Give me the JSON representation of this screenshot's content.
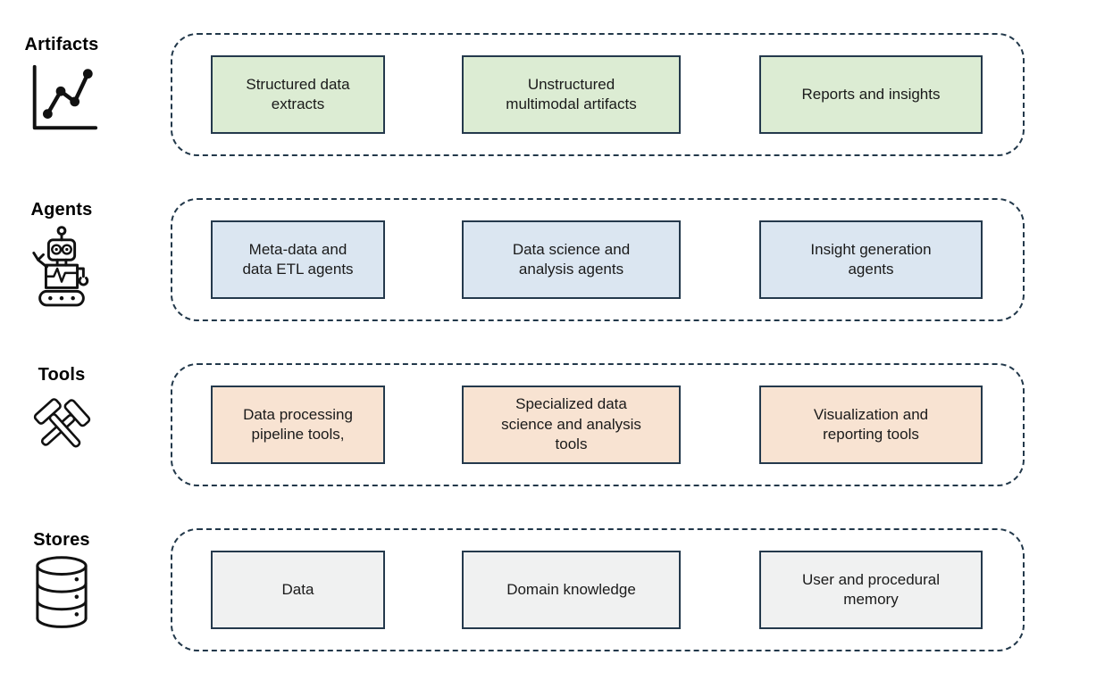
{
  "rows": [
    {
      "label": "Artifacts",
      "icon": "line-chart-icon",
      "boxes": [
        "Structured data\nextracts",
        "Unstructured\nmultimodal artifacts",
        "Reports and insights"
      ]
    },
    {
      "label": "Agents",
      "icon": "robot-icon",
      "boxes": [
        "Meta-data and\ndata ETL agents",
        "Data science and\nanalysis agents",
        "Insight generation\nagents"
      ]
    },
    {
      "label": "Tools",
      "icon": "crossed-hammers-icon",
      "boxes": [
        "Data processing\npipeline tools,",
        "Specialized data\nscience and analysis\ntools",
        "Visualization and\nreporting tools"
      ]
    },
    {
      "label": "Stores",
      "icon": "database-icon",
      "boxes": [
        "Data",
        "Domain knowledge",
        "User and procedural\nmemory"
      ]
    }
  ],
  "colors": {
    "box_border": "#24394c",
    "container_dash_border": "#22384a",
    "artifacts_fill": "#dcecd3",
    "agents_fill": "#dbe6f1",
    "tools_fill": "#f8e3d2",
    "stores_fill": "#f0f1f1",
    "icon_stroke": "#111111",
    "text": "#1a1a1a",
    "background": "#ffffff"
  }
}
